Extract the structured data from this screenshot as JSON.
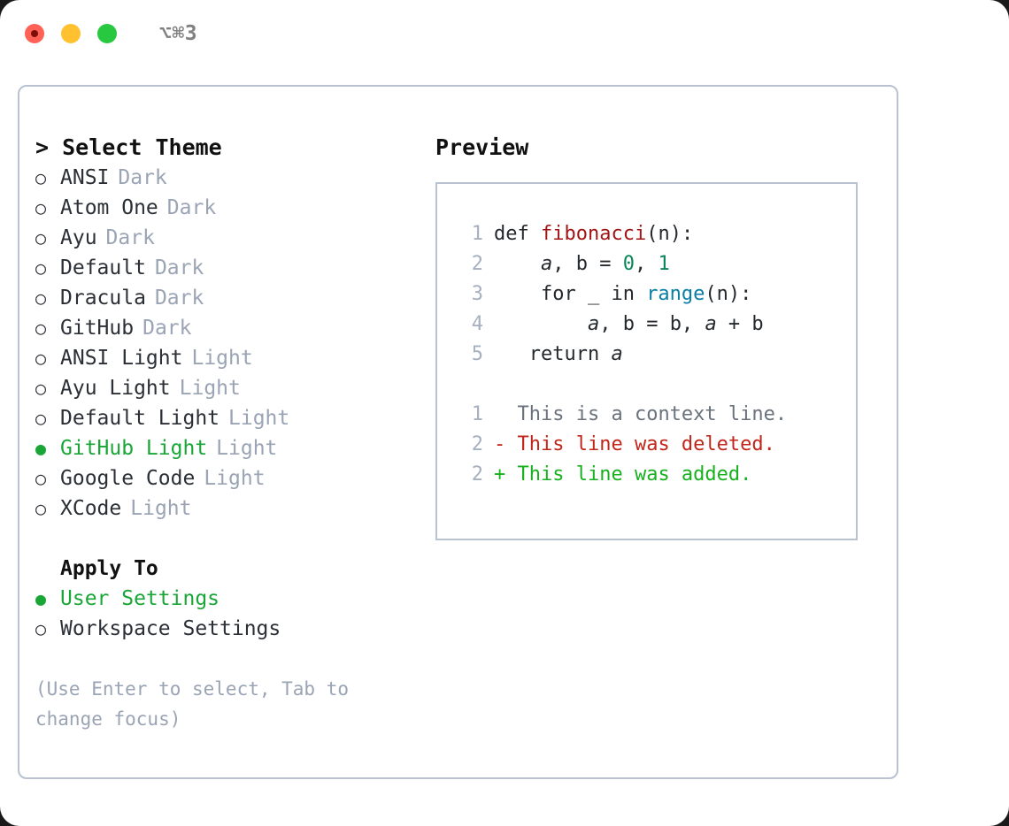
{
  "titlebar": {
    "shortcut": "⌥⌘3",
    "lights": [
      "close-light",
      "minimize-light",
      "maximize-light"
    ]
  },
  "theme_section": {
    "heading": "> Select Theme",
    "items": [
      {
        "bullet": "○",
        "label": "ANSI",
        "kind": "Dark",
        "selected": false
      },
      {
        "bullet": "○",
        "label": "Atom One",
        "kind": "Dark",
        "selected": false
      },
      {
        "bullet": "○",
        "label": "Ayu",
        "kind": "Dark",
        "selected": false
      },
      {
        "bullet": "○",
        "label": "Default",
        "kind": "Dark",
        "selected": false
      },
      {
        "bullet": "○",
        "label": "Dracula",
        "kind": "Dark",
        "selected": false
      },
      {
        "bullet": "○",
        "label": "GitHub",
        "kind": "Dark",
        "selected": false
      },
      {
        "bullet": "○",
        "label": "ANSI Light",
        "kind": "Light",
        "selected": false
      },
      {
        "bullet": "○",
        "label": "Ayu Light",
        "kind": "Light",
        "selected": false
      },
      {
        "bullet": "○",
        "label": "Default Light",
        "kind": "Light",
        "selected": false
      },
      {
        "bullet": "●",
        "label": "GitHub Light",
        "kind": "Light",
        "selected": true
      },
      {
        "bullet": "○",
        "label": "Google Code",
        "kind": "Light",
        "selected": false
      },
      {
        "bullet": "○",
        "label": "XCode",
        "kind": "Light",
        "selected": false
      }
    ]
  },
  "apply_section": {
    "heading": "Apply To",
    "items": [
      {
        "bullet": "●",
        "label": "User Settings",
        "selected": true
      },
      {
        "bullet": "○",
        "label": "Workspace Settings",
        "selected": false
      }
    ]
  },
  "hint": "(Use Enter to select, Tab to change focus)",
  "preview": {
    "heading": "Preview",
    "code_lines": [
      {
        "no": "1",
        "tokens": [
          {
            "t": "def ",
            "c": "tok-kw"
          },
          {
            "t": "fibonacci",
            "c": "tok-fn"
          },
          {
            "t": "(n):",
            "c": "tok-kw"
          }
        ]
      },
      {
        "no": "2",
        "tokens": [
          {
            "t": "    ",
            "c": "tok-kw"
          },
          {
            "t": "a",
            "c": "tok-var"
          },
          {
            "t": ", ",
            "c": "tok-kw"
          },
          {
            "t": "b",
            "c": "tok-kw"
          },
          {
            "t": " = ",
            "c": "tok-kw"
          },
          {
            "t": "0",
            "c": "tok-num"
          },
          {
            "t": ", ",
            "c": "tok-kw"
          },
          {
            "t": "1",
            "c": "tok-num"
          }
        ]
      },
      {
        "no": "3",
        "tokens": [
          {
            "t": "    for _ in ",
            "c": "tok-kw"
          },
          {
            "t": "range",
            "c": "tok-call"
          },
          {
            "t": "(n):",
            "c": "tok-kw"
          }
        ]
      },
      {
        "no": "4",
        "tokens": [
          {
            "t": "        ",
            "c": "tok-kw"
          },
          {
            "t": "a",
            "c": "tok-var"
          },
          {
            "t": ", b = b, ",
            "c": "tok-kw"
          },
          {
            "t": "a",
            "c": "tok-var"
          },
          {
            "t": " + b",
            "c": "tok-kw"
          }
        ]
      },
      {
        "no": "5",
        "tokens": [
          {
            "t": "   return ",
            "c": "tok-kw"
          },
          {
            "t": "a",
            "c": "tok-var"
          }
        ]
      }
    ],
    "diff_lines": [
      {
        "no": "1",
        "marker": "  ",
        "text": "This is a context line.",
        "cls": "diff-ctx"
      },
      {
        "no": "2",
        "marker": "- ",
        "text": "This line was deleted.",
        "cls": "diff-del"
      },
      {
        "no": "2",
        "marker": "+ ",
        "text": "This line was added.",
        "cls": "diff-add"
      }
    ]
  },
  "colors": {
    "accent_green": "#19a637",
    "muted": "#9aa4b4",
    "border": "#b9c2d0",
    "diff_add": "#17b11f",
    "diff_del": "#c2261b",
    "syntax_fn": "#a31515",
    "syntax_num": "#098658",
    "syntax_call": "#0a7ea4"
  }
}
